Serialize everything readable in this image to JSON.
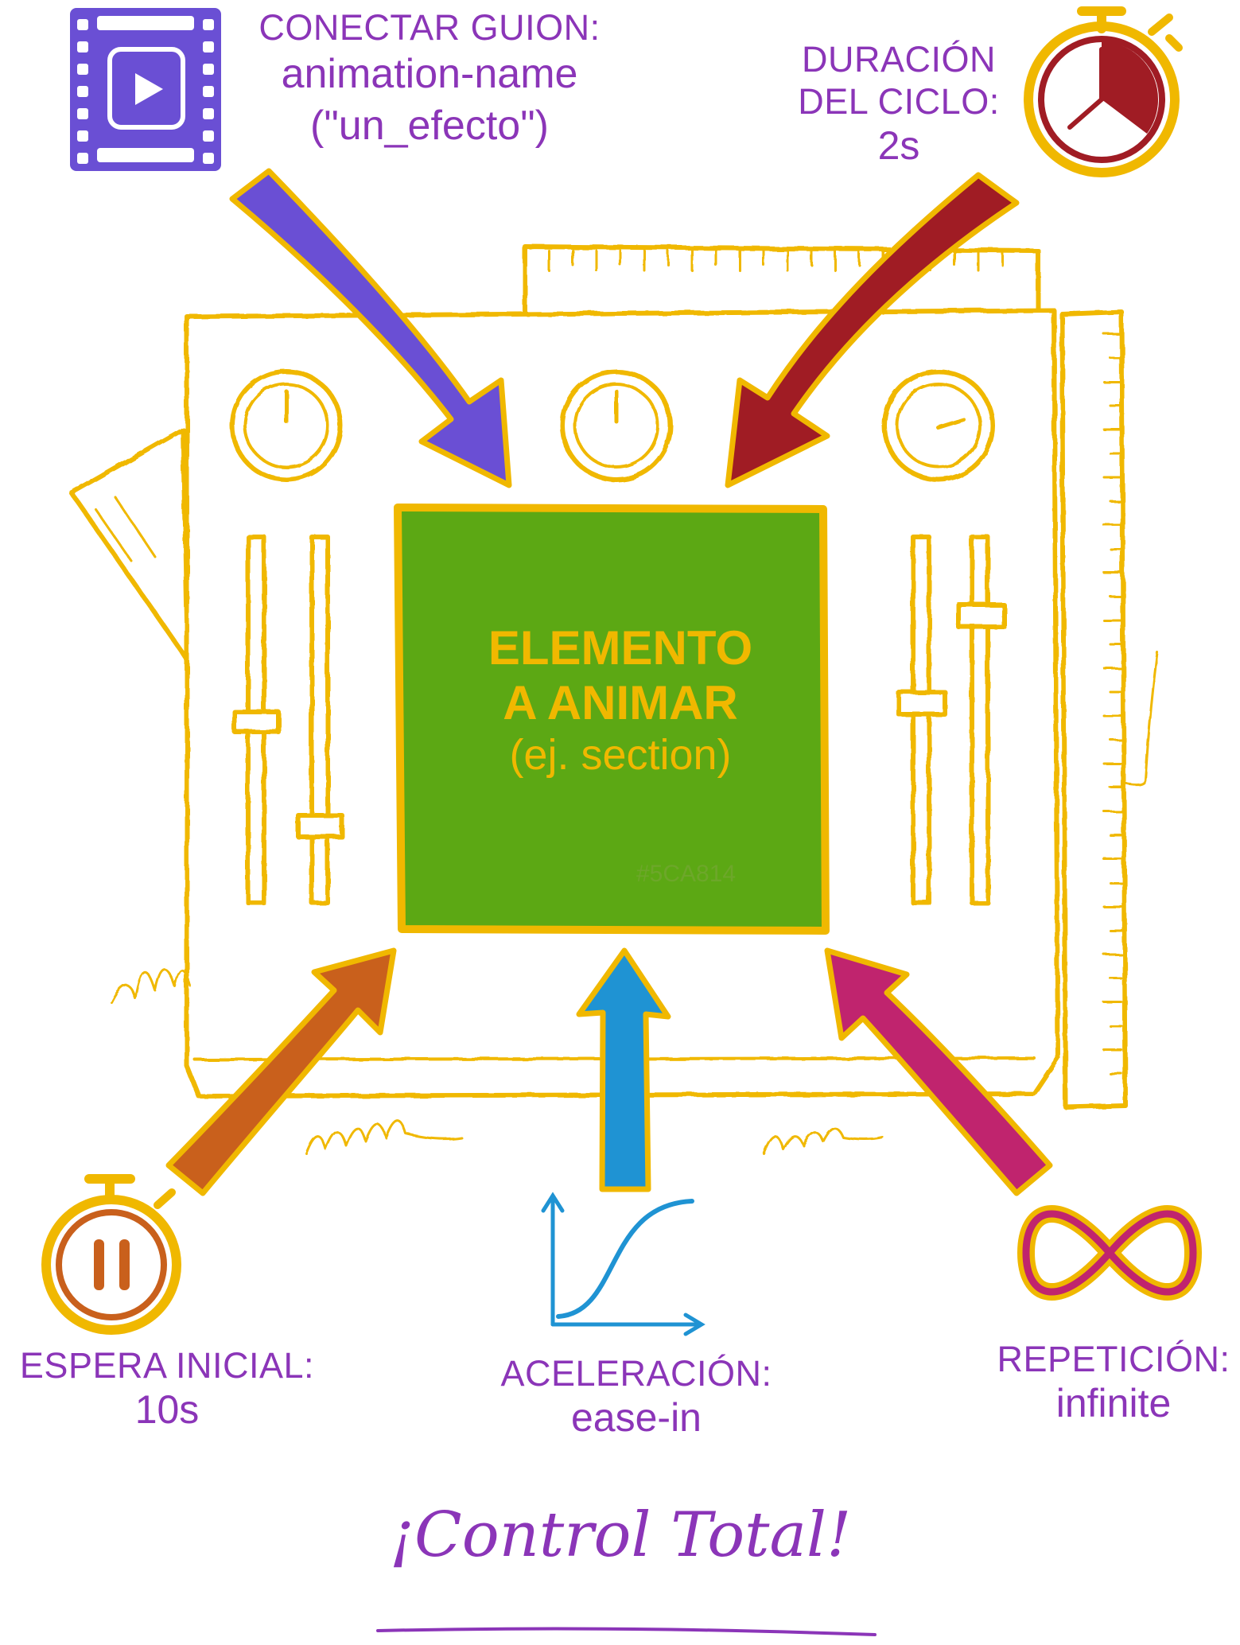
{
  "labels": {
    "script": {
      "key": "CONECTAR GUION:",
      "value": "animation-name",
      "value2": "(\"un_efecto\")"
    },
    "duration": {
      "key": "DURACIÓN",
      "key2": "DEL CICLO:",
      "value": "2s"
    },
    "delay": {
      "key": "ESPERA INICIAL:",
      "value": "10s"
    },
    "acceleration": {
      "key": "ACELERACIÓN:",
      "value": "ease-in"
    },
    "repetition": {
      "key": "REPETICIÓN:",
      "value": "infinite"
    }
  },
  "center": {
    "title1": "ELEMENTO",
    "title2": "A ANIMAR",
    "subtitle": "(ej. section)",
    "code": "#5CA814"
  },
  "tagline": "¡Control Total!",
  "colors": {
    "sketch": "#f0b800",
    "element": "#5ca814",
    "label": "#8b35b8",
    "arrow_script": "#6a4fd4",
    "arrow_duration": "#a01c24",
    "arrow_delay": "#c9601c",
    "arrow_accel": "#1f93d3",
    "arrow_repeat": "#c0246e"
  },
  "icons": {
    "script": "film-play-icon",
    "duration": "stopwatch-icon",
    "delay": "pause-timer-icon",
    "acceleration": "ease-curve-icon",
    "repetition": "infinity-icon"
  }
}
